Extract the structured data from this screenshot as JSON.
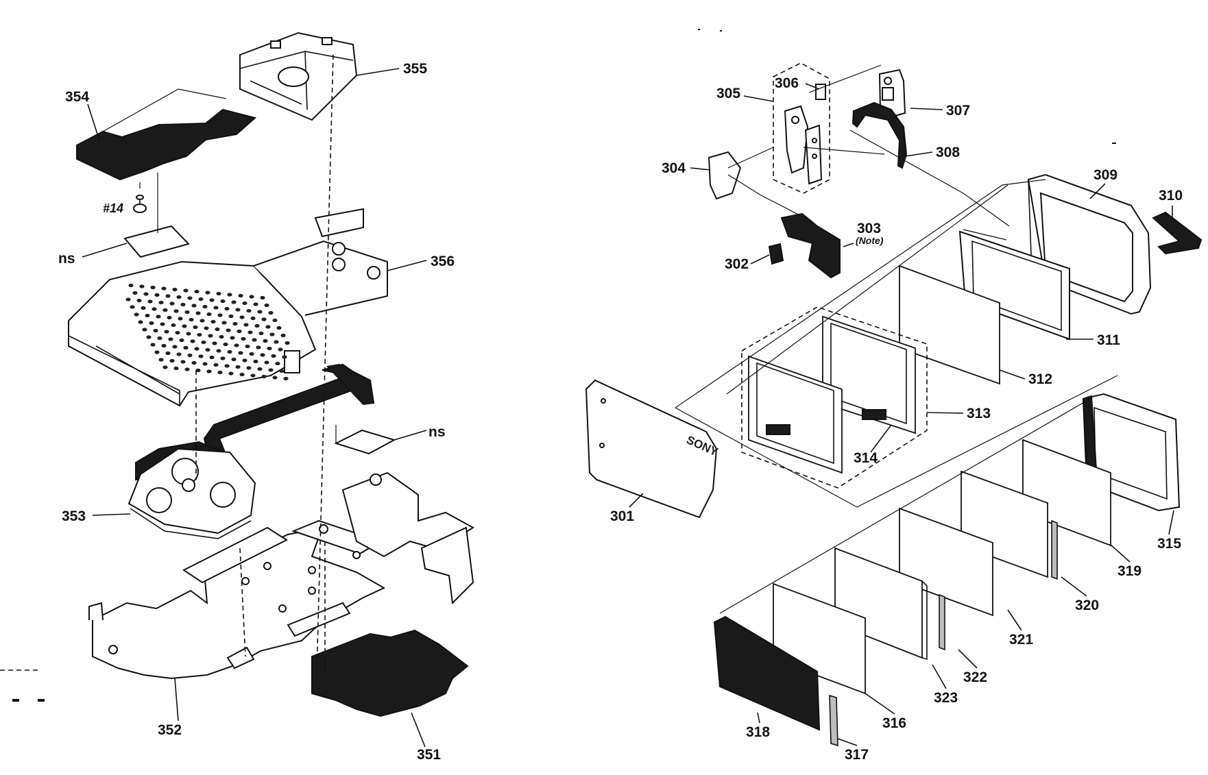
{
  "diagram": {
    "labels": {
      "p301": "301",
      "p302": "302",
      "p303": "303",
      "p303_note": "(Note)",
      "p304": "304",
      "p305": "305",
      "p306": "306",
      "p307": "307",
      "p308": "308",
      "p309": "309",
      "p310": "310",
      "p311": "311",
      "p312": "312",
      "p313": "313",
      "p314": "314",
      "p315": "315",
      "p316": "316",
      "p317": "317",
      "p318": "318",
      "p319": "319",
      "p320": "320",
      "p321": "321",
      "p322": "322",
      "p323": "323",
      "p351": "351",
      "p352": "352",
      "p353": "353",
      "p354": "354",
      "p355": "355",
      "p356": "356",
      "screw14": "#14",
      "ns_top": "ns",
      "ns_mid": "ns",
      "brand": "SONY"
    }
  }
}
